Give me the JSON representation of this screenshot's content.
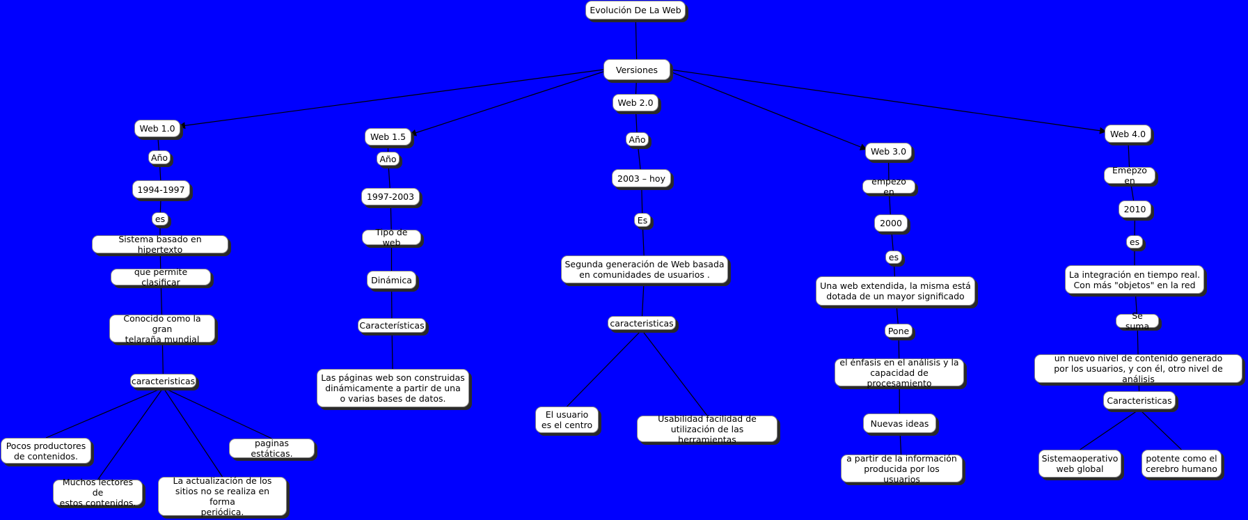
{
  "title": "Evolución De La Web",
  "versions": "Versiones",
  "web10": {
    "name": "Web 1.0",
    "anio": "Año",
    "years": "1994-1997",
    "es": "es",
    "def": "Sistema basado en hipertexto",
    "permite": "que permite clasificar",
    "conocido": "Conocido como la gran\ntelaraña mundial",
    "car": "caracteristicas",
    "c1": "Pocos productores\nde contenidos.",
    "c2": "Muchos lectores de\nestos contenidos.",
    "c3": "La actualización de los\nsitios no se realiza en forma\nperiódica.",
    "c4": "paginas estáticas."
  },
  "web15": {
    "name": "Web 1.5",
    "anio": "Año",
    "years": "1997-2003",
    "tipo": "Tipo de web",
    "dinamica": "Dinámica",
    "car": "Características",
    "desc": "Las páginas web son construidas\ndinámicamente a partir de una\no varias bases de datos."
  },
  "web20": {
    "name": "Web 2.0",
    "anio": "Año",
    "years": "2003 – hoy",
    "es": "Es",
    "def": "Segunda  generación de Web basada\nen comunidades de usuarios .",
    "car": "caracteristicas",
    "c1": "El usuario\nes el centro",
    "c2": "Usabilidad facilidad de\nutilización de las herramientas"
  },
  "web30": {
    "name": "Web 3.0",
    "empezo": "empezo en",
    "year": "2000",
    "es": "es",
    "def": "Una web extendida, la misma está\ndotada de un mayor significado",
    "pone": "Pone",
    "enfasis": "el énfasis en el análisis y la\ncapacidad de procesamiento",
    "nuevas": "Nuevas ideas",
    "apartir": "a partir de la información\nproducida por los usuarios"
  },
  "web40": {
    "name": "Web 4.0",
    "empezo": "Emepzo en",
    "year": "2010",
    "es": "es",
    "def": "La integración en tiempo real.\nCon más \"objetos\" en la red",
    "suma": "Se suma",
    "nivel": "un nuevo nivel de contenido generado\npor los usuarios, y con él, otro nivel de análisis",
    "car": "Caracteristicas",
    "c1": "Sistemaoperativo\nweb global",
    "c2": "potente como el\ncerebro humano"
  },
  "colors": {
    "background": "#0000FF",
    "node": "#FFFFFF",
    "line": "#000000"
  }
}
